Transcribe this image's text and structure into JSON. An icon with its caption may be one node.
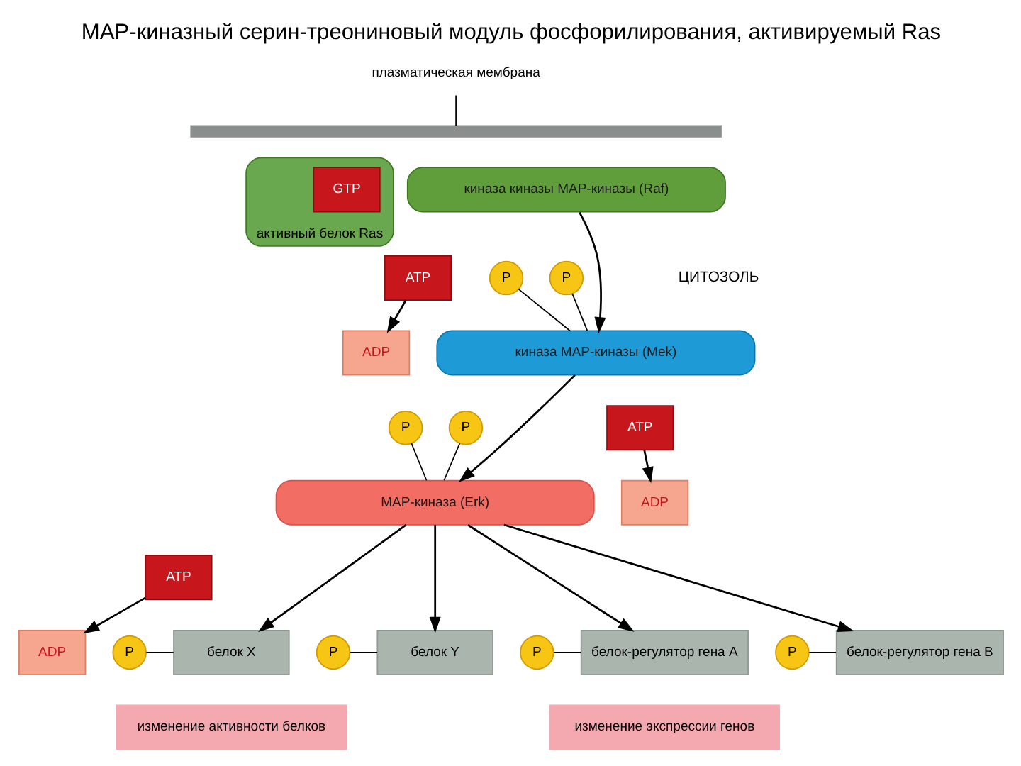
{
  "diagram": {
    "title": "MAP-киназный серин-треониновый модуль фосфорилирования, активируемый Ras",
    "nodes": [
      {
        "text": [],
        "shape": "bar"
      },
      {
        "text": [
          "плазматическая мембрана"
        ]
      },
      {
        "text": [
          "активный белок Ras"
        ]
      },
      {
        "text": [
          "GTP"
        ],
        "in": 2
      },
      {
        "text": [
          "киназа киназы MAP-киназы (Raf)"
        ]
      },
      {
        "text": [
          "ATP"
        ]
      },
      {
        "text": [
          "ADP"
        ]
      },
      {
        "text": [
          "P"
        ]
      },
      {
        "text": [
          "P"
        ]
      },
      {
        "text": [
          "киназа MAP-киназы (Mek)"
        ]
      },
      {
        "text": [
          "ATP"
        ]
      },
      {
        "text": [
          "ADP"
        ]
      },
      {
        "text": [
          "P"
        ]
      },
      {
        "text": [
          "P"
        ]
      },
      {
        "text": [
          "MAP-киназа (Erk)"
        ]
      },
      {
        "text": [
          "ATP"
        ]
      },
      {
        "text": [
          "ADP"
        ]
      },
      {
        "text": [
          "P"
        ]
      },
      {
        "text": [
          "белок X"
        ]
      },
      {
        "text": [
          "P"
        ]
      },
      {
        "text": [
          "белок Y"
        ]
      },
      {
        "text": [
          "P"
        ]
      },
      {
        "text": [
          "белок-регулятор гена A"
        ]
      },
      {
        "text": [
          "P"
        ]
      },
      {
        "text": [
          "белок-регулятор гена B"
        ]
      },
      {
        "text": [
          "изменение активности белков"
        ]
      },
      {
        "text": [
          "изменение экспрессии генов"
        ]
      }
    ],
    "edges": [
      {
        "from": 1,
        "to": 0,
        "arrow": "none"
      },
      {
        "from": 4,
        "to": 9,
        "arrow": "to"
      },
      {
        "from": 5,
        "to": 6,
        "arrow": "to"
      },
      {
        "from": 7,
        "to": 9,
        "arrow": "none"
      },
      {
        "from": 8,
        "to": 9,
        "arrow": "none"
      },
      {
        "from": 9,
        "to": 14,
        "arrow": "to"
      },
      {
        "from": 10,
        "to": 11,
        "arrow": "to"
      },
      {
        "from": 12,
        "to": 14,
        "arrow": "none"
      },
      {
        "from": 13,
        "to": 14,
        "arrow": "none"
      },
      {
        "from": 15,
        "to": 16,
        "arrow": "to"
      },
      {
        "from": 14,
        "to": 18,
        "arrow": "to"
      },
      {
        "from": 14,
        "to": 20,
        "arrow": "to"
      },
      {
        "from": 14,
        "to": 22,
        "arrow": "to"
      },
      {
        "from": 14,
        "to": 24,
        "arrow": "to"
      },
      {
        "from": 17,
        "to": 18,
        "arrow": "none"
      },
      {
        "from": 19,
        "to": 20,
        "arrow": "none"
      },
      {
        "from": 21,
        "to": 22,
        "arrow": "none"
      },
      {
        "from": 23,
        "to": 24,
        "arrow": "none"
      }
    ],
    "labels": [
      "ЦИТОЗОЛЬ"
    ]
  }
}
